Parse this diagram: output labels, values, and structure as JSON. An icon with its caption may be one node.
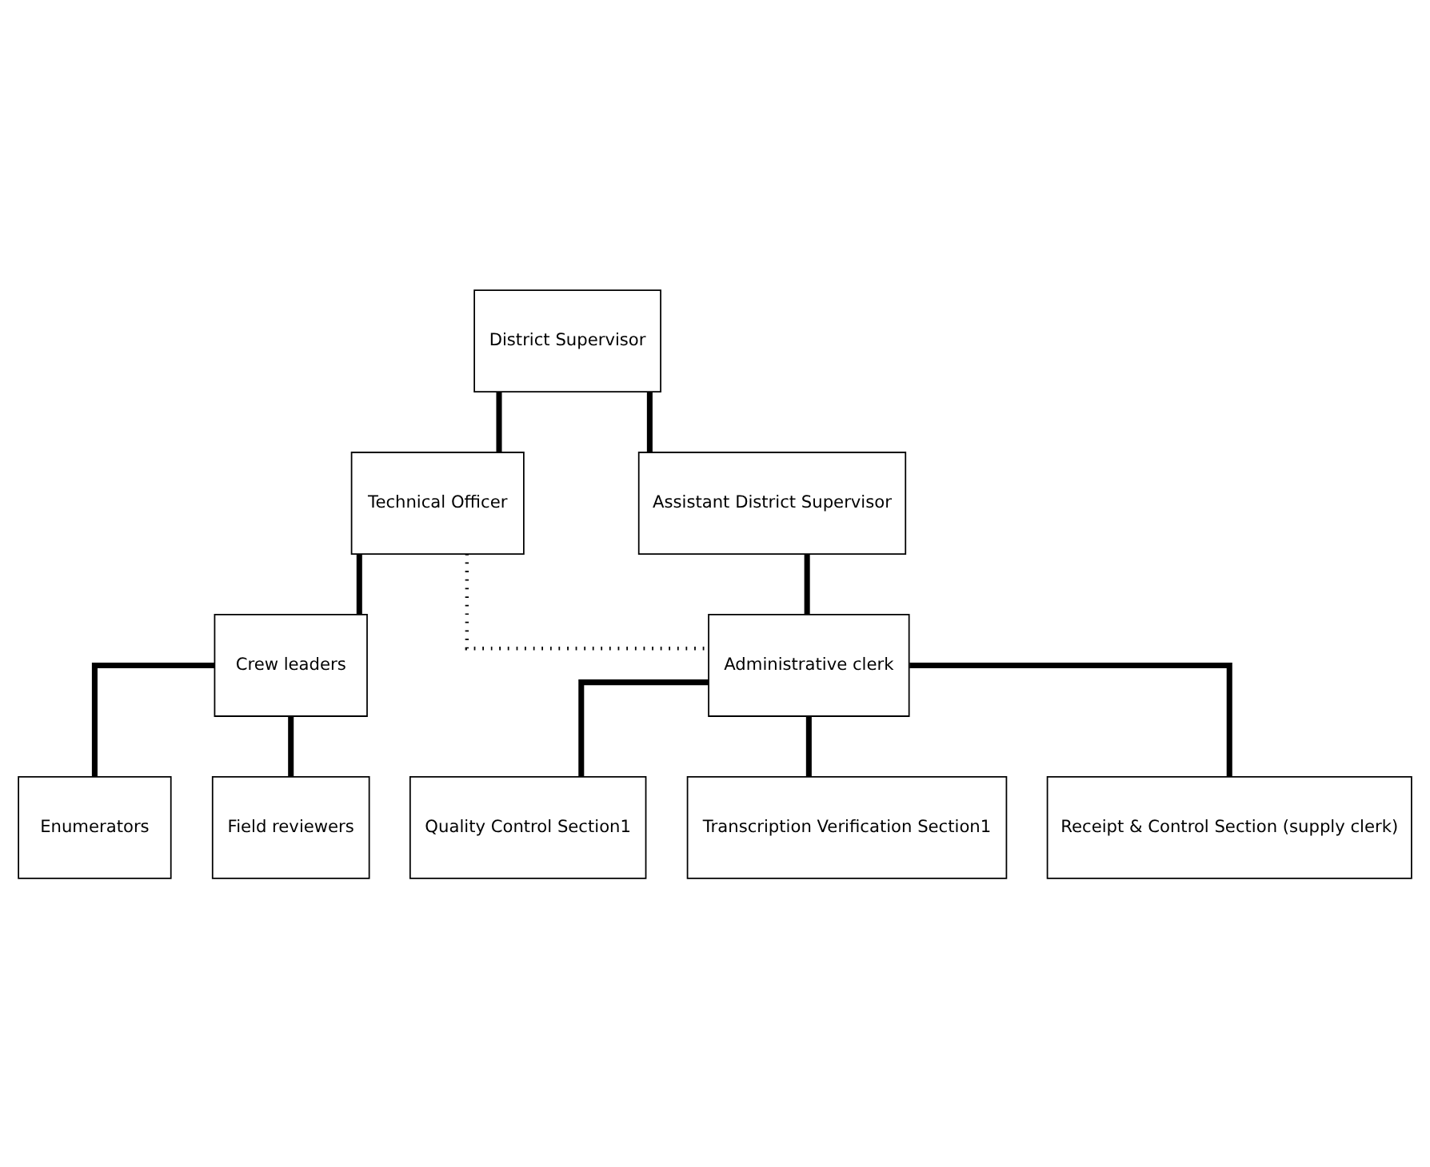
{
  "diagram": {
    "nodes": [
      {
        "text": [
          "District Supervisor"
        ]
      },
      {
        "text": [
          "Technical Officer"
        ]
      },
      {
        "text": [
          "Assistant District Supervisor"
        ]
      },
      {
        "text": [
          "Crew leaders"
        ]
      },
      {
        "text": [
          "Administrative clerk"
        ]
      },
      {
        "text": [
          "Enumerators"
        ]
      },
      {
        "text": [
          "Field reviewers"
        ]
      },
      {
        "text": [
          "Quality Control Section1"
        ]
      },
      {
        "text": [
          "Transcription Verification Section1"
        ]
      },
      {
        "text": [
          "Receipt & Control Section (supply clerk)"
        ]
      }
    ],
    "edges": [
      {
        "from": 0,
        "to": 1,
        "arrow": "none"
      },
      {
        "from": 0,
        "to": 2,
        "arrow": "none"
      },
      {
        "from": 1,
        "to": 3,
        "arrow": "none"
      },
      {
        "from": 2,
        "to": 4,
        "arrow": "none"
      },
      {
        "from": 1,
        "to": 4,
        "arrow": "none",
        "style": "dashed"
      },
      {
        "from": 3,
        "to": 5,
        "arrow": "none"
      },
      {
        "from": 3,
        "to": 6,
        "arrow": "none"
      },
      {
        "from": 4,
        "to": 7,
        "arrow": "none"
      },
      {
        "from": 4,
        "to": 8,
        "arrow": "none"
      },
      {
        "from": 4,
        "to": 9,
        "arrow": "none"
      }
    ]
  }
}
